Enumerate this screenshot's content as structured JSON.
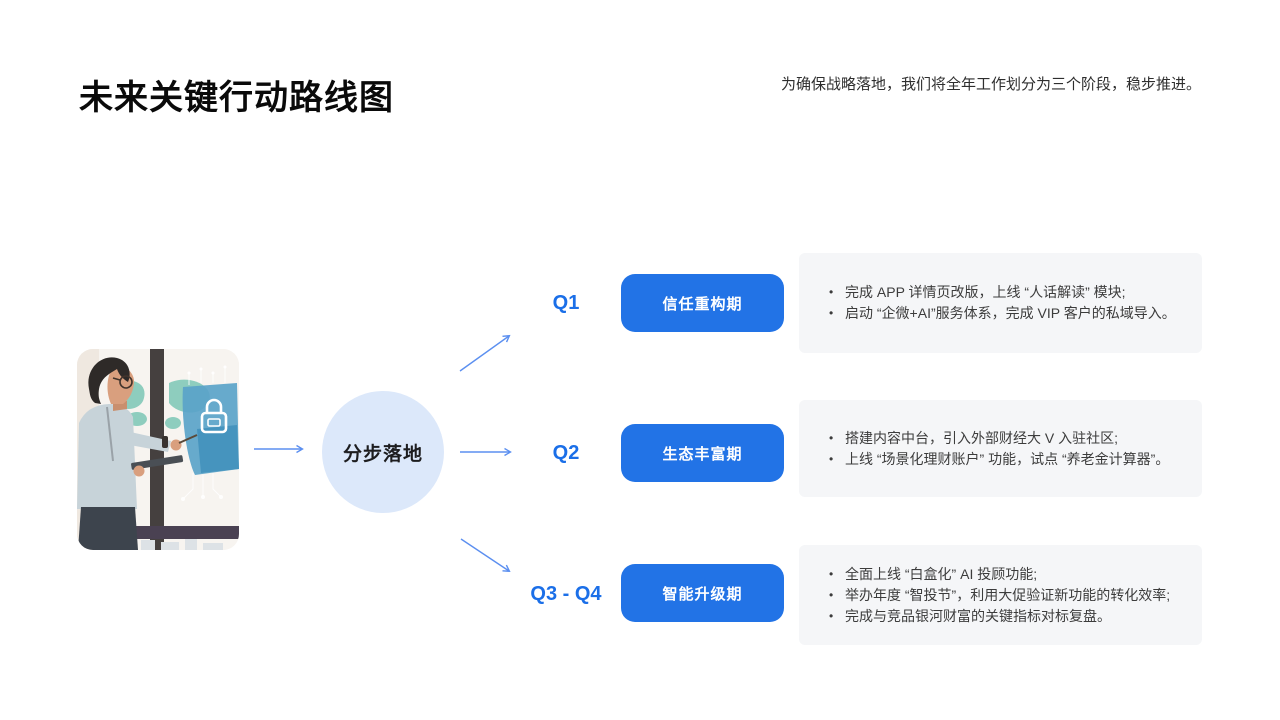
{
  "slide": {
    "title": "未来关键行动路线图",
    "subtitle": "为确保战略落地，我们将全年工作划分为三个阶段，稳步推进。"
  },
  "hub": {
    "label": "分步落地"
  },
  "phases": [
    {
      "quarter": "Q1",
      "stage": "信任重构期",
      "bullets": [
        "完成 APP 详情页改版，上线 “人话解读” 模块;",
        "启动 “企微+AI”服务体系，完成 VIP 客户的私域导入。"
      ]
    },
    {
      "quarter": "Q2",
      "stage": "生态丰富期",
      "bullets": [
        "搭建内容中台，引入外部财经大 V 入驻社区;",
        "上线 “场景化理财账户” 功能，试点 “养老金计算器”。"
      ]
    },
    {
      "quarter": "Q3 - Q4",
      "stage": "智能升级期",
      "bullets": [
        "全面上线 “白盒化” AI 投顾功能;",
        "举办年度 “智投节”，利用大促验证新功能的转化效率;",
        "完成与竞品银河财富的关键指标对标复盘。"
      ]
    }
  ],
  "colors": {
    "accent": "#2273e6",
    "quarter_label": "#1b6fe8",
    "arrow": "#5b8ff0",
    "hub_fill": "#dce8fa",
    "card_bg": "#f5f6f8"
  }
}
